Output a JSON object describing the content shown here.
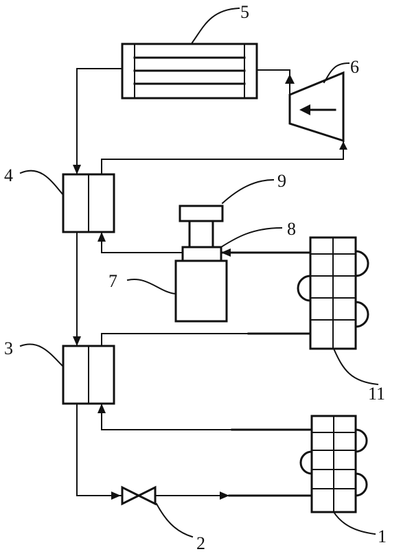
{
  "labels": {
    "l1": "1",
    "l2": "2",
    "l3": "3",
    "l4": "4",
    "l5": "5",
    "l6": "6",
    "l7": "7",
    "l8": "8",
    "l9": "9",
    "l11": "11"
  }
}
